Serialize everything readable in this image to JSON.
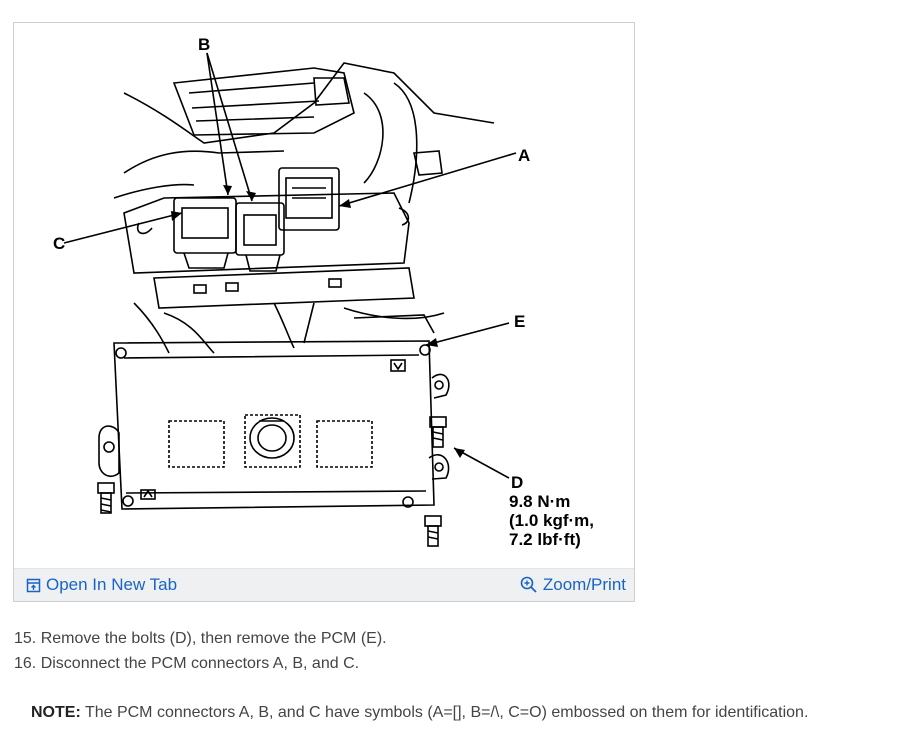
{
  "figure": {
    "callouts": {
      "a": "A",
      "b": "B",
      "c": "C",
      "d": "D",
      "e": "E",
      "torque_line1": "9.8 N·m",
      "torque_line2": "(1.0 kgf·m,",
      "torque_line3": "7.2 lbf·ft)"
    },
    "footer": {
      "open_tab_label": "Open In New Tab",
      "zoom_print_label": "Zoom/Print"
    },
    "link_color": "#1a63c6"
  },
  "steps": [
    "15. Remove the bolts (D), then remove the PCM (E).",
    "16. Disconnect the PCM connectors A, B, and C."
  ],
  "note": {
    "label": "NOTE:",
    "text": " The PCM connectors A, B, and C have symbols (A=[], B=/\\, C=O) embossed on them for identification."
  }
}
